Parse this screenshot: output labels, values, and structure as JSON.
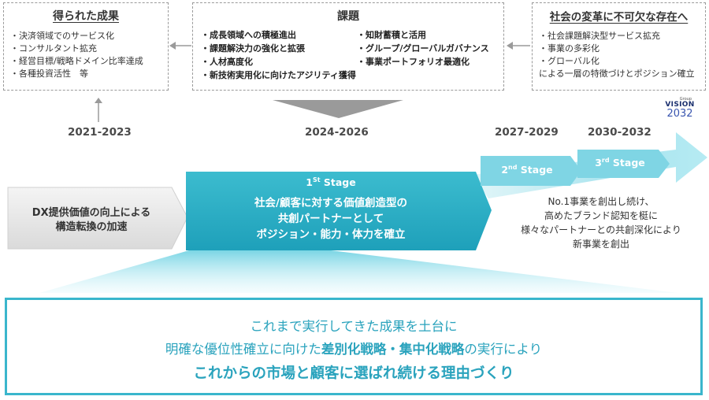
{
  "boxes": {
    "results": {
      "title": "得られた成果",
      "items": [
        "・決済領域でのサービス化",
        "・コンサルタント拡充",
        "・経営目標/戦略ドメイン比率達成",
        "・各種投資活性　等"
      ]
    },
    "issues": {
      "title": "課題",
      "left": [
        "・成長領域への積極進出",
        "・課題解決力の強化と拡張",
        "・人材高度化",
        "・新技術実用化に向けたアジリティ獲得"
      ],
      "right": [
        "・知財蓄積と活用",
        "・グループ/グローバルガバナンス",
        "・事業ポートフォリオ最適化"
      ]
    },
    "society": {
      "title": "社会の変革に不可欠な存在へ",
      "items": [
        "・社会課題解決型サービス拡充",
        "・事業の多彩化",
        "・グローバル化",
        "による一層の特徴づけとポジション確立"
      ]
    }
  },
  "years": [
    "2021-2023",
    "2024-2026",
    "2027-2029",
    "2030-2032"
  ],
  "logo": {
    "small": "Group",
    "big": "VISION",
    "num": "2032"
  },
  "dx": {
    "line1": "DX提供価値の向上による",
    "line2": "構造転換の加速"
  },
  "stage1": {
    "label": "1",
    "sup": "St",
    "word": " Stage",
    "lines": [
      "社会/顧客に対する価値創造型の",
      "共創パートナーとして",
      "ポジション・能力・体力を確立"
    ]
  },
  "stage2": {
    "label": "2",
    "sup": "nd",
    "word": " Stage"
  },
  "stage3": {
    "label": "3",
    "sup": "rd",
    "word": " Stage"
  },
  "future": [
    "No.1事業を創出し続け、",
    "高めたブランド認知を梃に",
    "様々なパートナーとの共創深化により",
    "新事業を創出"
  ],
  "bottom": {
    "line1": "これまで実行してきた成果を土台に",
    "line2_pre": "明確な優位性確立に向けた",
    "line2_bold": "差別化戦略・集中化戦略",
    "line2_post": "の実行により",
    "line3": "これからの市場と顧客に選ばれ続ける理由づくり"
  },
  "colors": {
    "teal": "#2aa3bd",
    "stage_light": "#7fd5e4",
    "arrow_gray": "#9a9a9a"
  }
}
